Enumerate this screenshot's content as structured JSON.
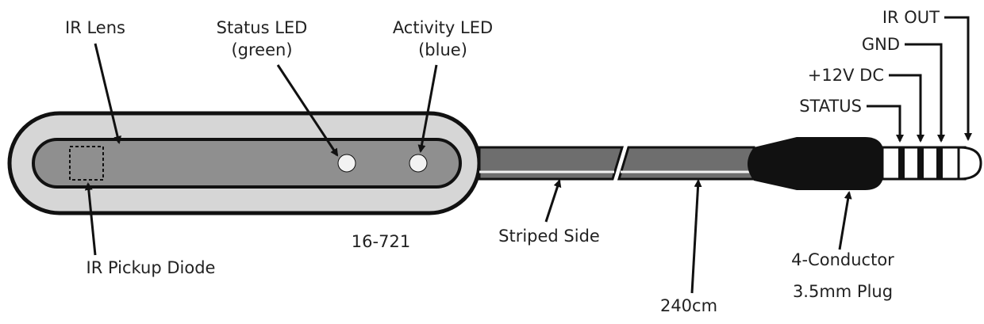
{
  "labels": {
    "ir_lens": "IR Lens",
    "status_led_line1": "Status LED",
    "status_led_line2": "(green)",
    "activity_led_line1": "Activity LED",
    "activity_led_line2": "(blue)",
    "ir_pickup_diode": "IR Pickup Diode",
    "model_number": "16-721",
    "striped_side": "Striped Side",
    "cable_length": "240cm",
    "plug_line1": "4-Conductor",
    "plug_line2": "3.5mm Plug",
    "pin_ir_out": "IR OUT",
    "pin_gnd": "GND",
    "pin_12v": "+12V DC",
    "pin_status": "STATUS"
  },
  "colors": {
    "ink": "#111111",
    "housing_outer": "#d6d6d6",
    "housing_window": "#8f8f8f",
    "cable": "#6e6e6e",
    "plug": "#111111",
    "led": "#f2f2f2"
  }
}
